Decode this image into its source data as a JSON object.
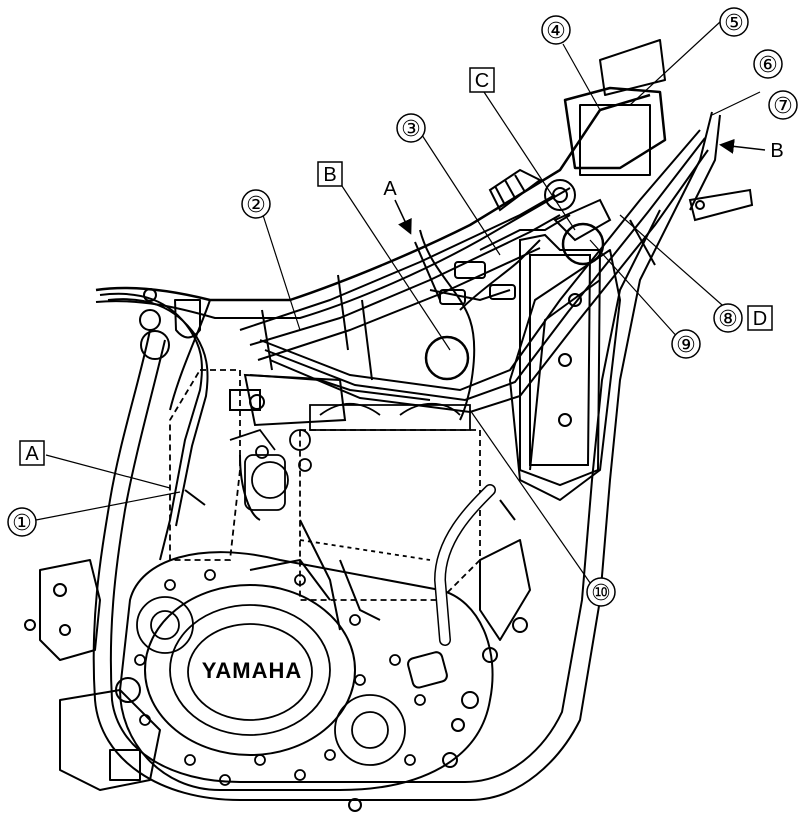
{
  "diagram": {
    "brand": "YAMAHA",
    "callouts": [
      {
        "id": "c1",
        "label": "①"
      },
      {
        "id": "c2",
        "label": "②"
      },
      {
        "id": "c3",
        "label": "③"
      },
      {
        "id": "c4",
        "label": "④"
      },
      {
        "id": "c5",
        "label": "⑤"
      },
      {
        "id": "c6",
        "label": "⑥"
      },
      {
        "id": "c7",
        "label": "⑦"
      },
      {
        "id": "c8",
        "label": "⑧"
      },
      {
        "id": "c9",
        "label": "⑨"
      },
      {
        "id": "c10",
        "label": "⑩"
      }
    ],
    "boxed_labels": {
      "A": "A",
      "B": "B",
      "C": "C",
      "D": "D"
    },
    "arrow_labels": {
      "A": "A",
      "B": "B"
    }
  }
}
